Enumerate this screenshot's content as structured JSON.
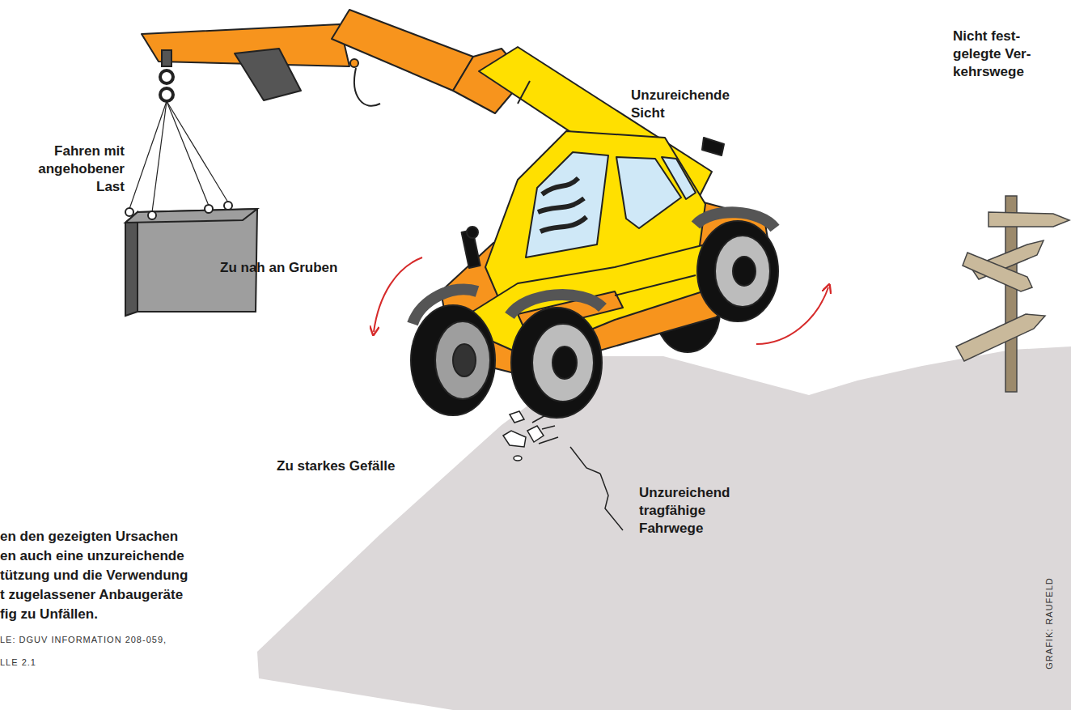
{
  "diagram": {
    "labels": [
      "Fahren mit angehobener Last",
      "Unzureichende Sicht",
      "Nicht fest- gelegte Ver- kehrswege",
      "Zu nah an Gruben",
      "Zu starkes Gefälle",
      "Unzureichend tragfähige Fahrwege",
      "en den gezeigten Ursachen",
      "en auch eine unzureichende",
      "tützung und die Verwendung",
      "t zugelassener Anbaugeräte",
      "fig zu Unfällen.",
      "LE: DGUV INFORMATION 208-059,",
      "LLE 2.1",
      "GRAFIK: RAUFELD"
    ]
  }
}
